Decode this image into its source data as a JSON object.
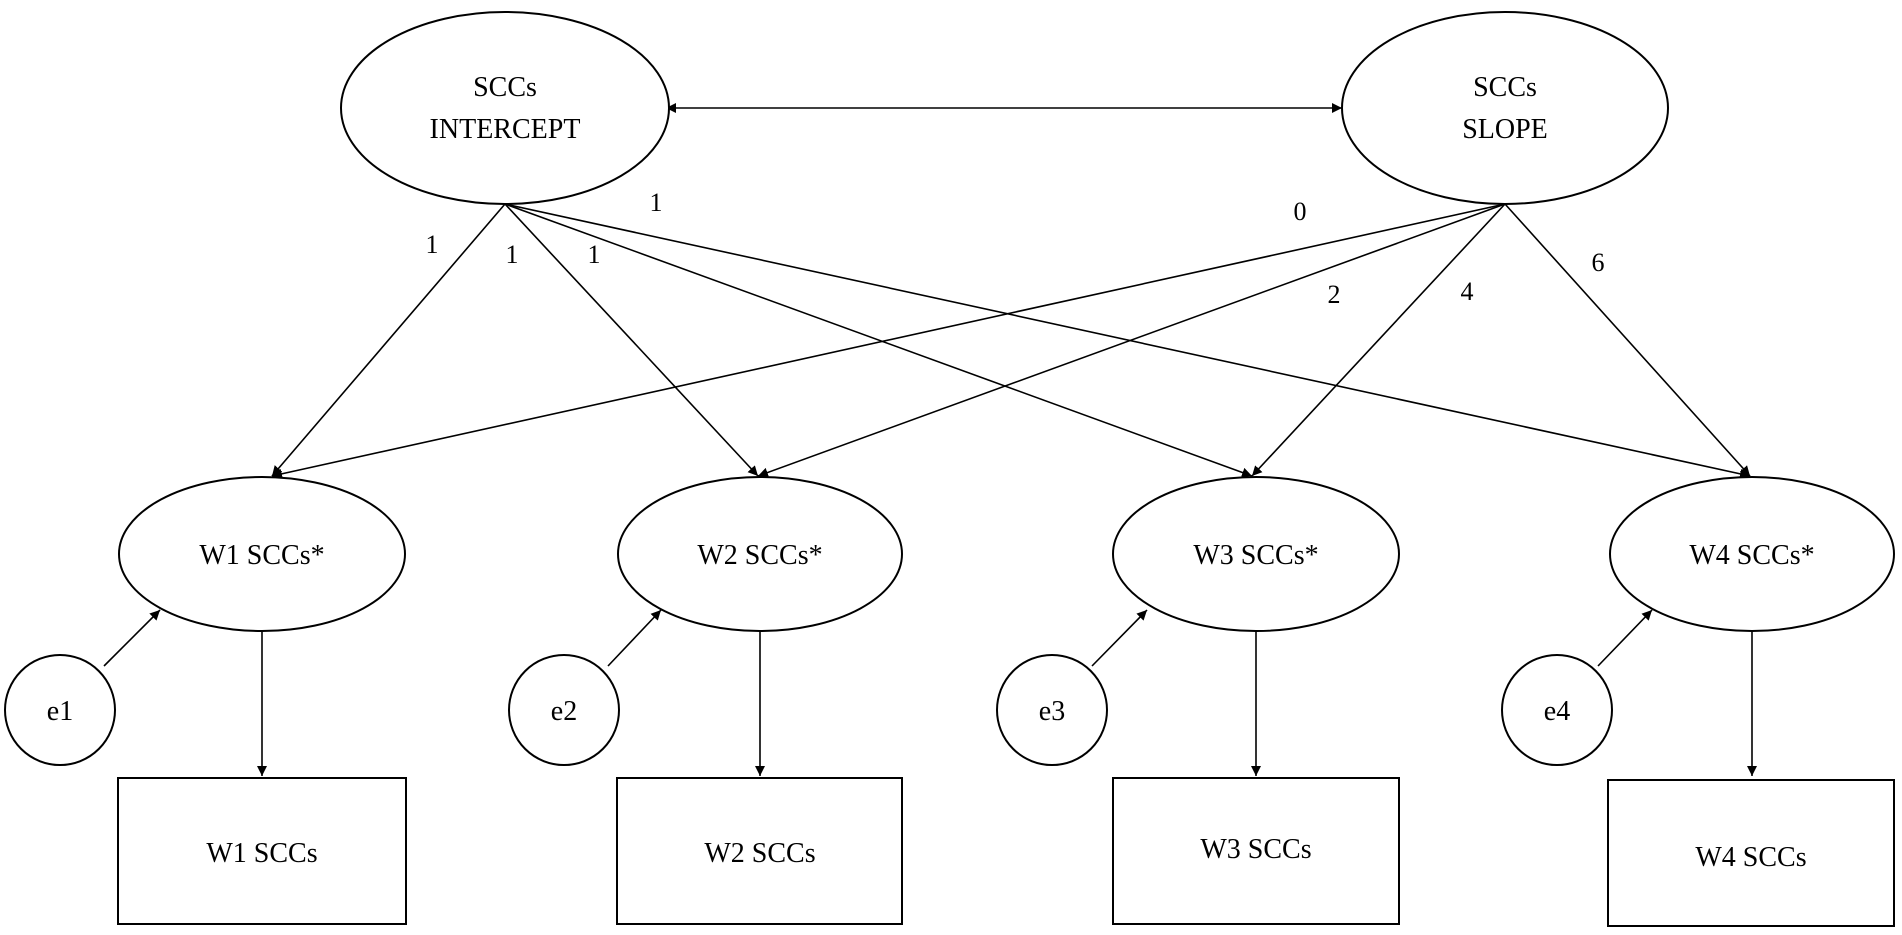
{
  "latent_factors": {
    "intercept": {
      "line1": "SCCs",
      "line2": "INTERCEPT"
    },
    "slope": {
      "line1": "SCCs",
      "line2": "SLOPE"
    }
  },
  "wave_factors": [
    {
      "label": "W1 SCCs*"
    },
    {
      "label": "W2 SCCs*"
    },
    {
      "label": "W3 SCCs*"
    },
    {
      "label": "W4 SCCs*"
    }
  ],
  "error_terms": [
    {
      "label": "e1"
    },
    {
      "label": "e2"
    },
    {
      "label": "e3"
    },
    {
      "label": "e4"
    }
  ],
  "observed_indicators": [
    {
      "label": "W1 SCCs"
    },
    {
      "label": "W2 SCCs"
    },
    {
      "label": "W3 SCCs"
    },
    {
      "label": "W4 SCCs"
    }
  ],
  "loadings": {
    "intercept": [
      "1",
      "1",
      "1",
      "1"
    ],
    "slope": [
      "0",
      "2",
      "4",
      "6"
    ]
  },
  "colors": {
    "stroke": "#000000",
    "fill": "#ffffff",
    "background": "#ffffff"
  }
}
